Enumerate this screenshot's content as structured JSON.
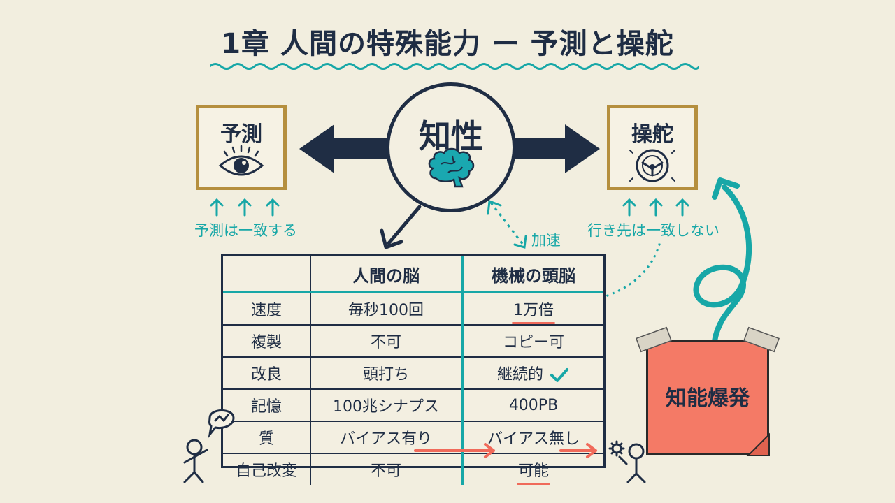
{
  "title": "1章 人間の特殊能力 ー 予測と操舵",
  "left_box": {
    "label": "予測",
    "icon": "eye-icon"
  },
  "right_box": {
    "label": "操舵",
    "icon": "steering-wheel-icon"
  },
  "center": {
    "label": "知性",
    "icon": "brain-icon"
  },
  "notes": {
    "left": "予測は一致する",
    "right": "行き先は一致しない",
    "accelerate": "加速"
  },
  "table": {
    "headers": [
      "",
      "人間の脳",
      "機械の頭脳"
    ],
    "rows": [
      [
        "速度",
        "毎秒100回",
        "1万倍"
      ],
      [
        "複製",
        "不可",
        "コピー可"
      ],
      [
        "改良",
        "頭打ち",
        "継続的"
      ],
      [
        "記憶",
        "100兆シナプス",
        "400PB"
      ],
      [
        "質",
        "バイアス有り",
        "バイアス無し"
      ],
      [
        "自己改変",
        "不可",
        "可能"
      ]
    ]
  },
  "sticky": {
    "label": "知能爆発"
  },
  "colors": {
    "navy": "#1f2d44",
    "teal": "#17a7a7",
    "gold": "#b58f3e",
    "coral": "#f06a5a",
    "sticky": "#f47a66",
    "background": "#f2eedf"
  }
}
